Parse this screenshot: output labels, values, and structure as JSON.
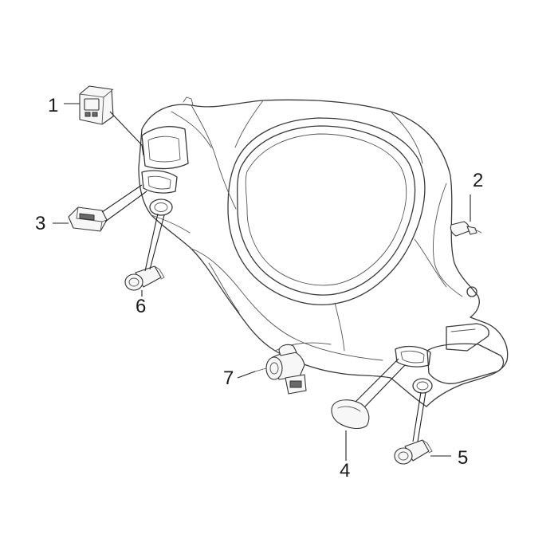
{
  "callouts": [
    {
      "number": "1",
      "part": "switch-block"
    },
    {
      "number": "2",
      "part": "bulb"
    },
    {
      "number": "3",
      "part": "rocker-switch"
    },
    {
      "number": "4",
      "part": "button-cap"
    },
    {
      "number": "5",
      "part": "push-button"
    },
    {
      "number": "6",
      "part": "push-button"
    },
    {
      "number": "7",
      "part": "ignition-switch"
    }
  ]
}
